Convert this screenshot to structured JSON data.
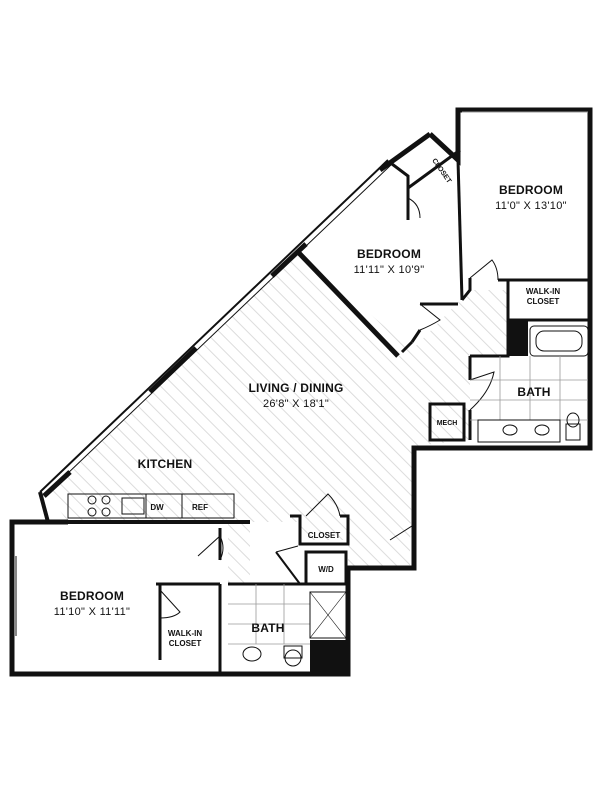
{
  "rooms": {
    "bedroom_top_right": {
      "name": "BEDROOM",
      "dims": "11'0\" X 13'10\""
    },
    "bedroom_middle": {
      "name": "BEDROOM",
      "dims": "11'11\" X 10'9\""
    },
    "bedroom_bottom_left": {
      "name": "BEDROOM",
      "dims": "11'10\" X 11'11\""
    },
    "living_dining": {
      "name": "LIVING / DINING",
      "dims": "26'8\" X 18'1\""
    },
    "kitchen": {
      "name": "KITCHEN"
    },
    "bath_right": {
      "name": "BATH"
    },
    "bath_bottom": {
      "name": "BATH"
    }
  },
  "labels": {
    "closet_top": "CLOSET",
    "walk_in_closet_right": [
      "WALK-IN",
      "CLOSET"
    ],
    "walk_in_closet_left": [
      "WALK-IN",
      "CLOSET"
    ],
    "closet_small": "CLOSET",
    "mech": "MECH",
    "washer_dryer": "W/D",
    "dishwasher": "DW",
    "refrigerator": "REF"
  },
  "colors": {
    "wall": "#111111",
    "hatch": "#d6d6d6",
    "tile": "#c9c9c9",
    "fixture": "#8a8a8a"
  }
}
